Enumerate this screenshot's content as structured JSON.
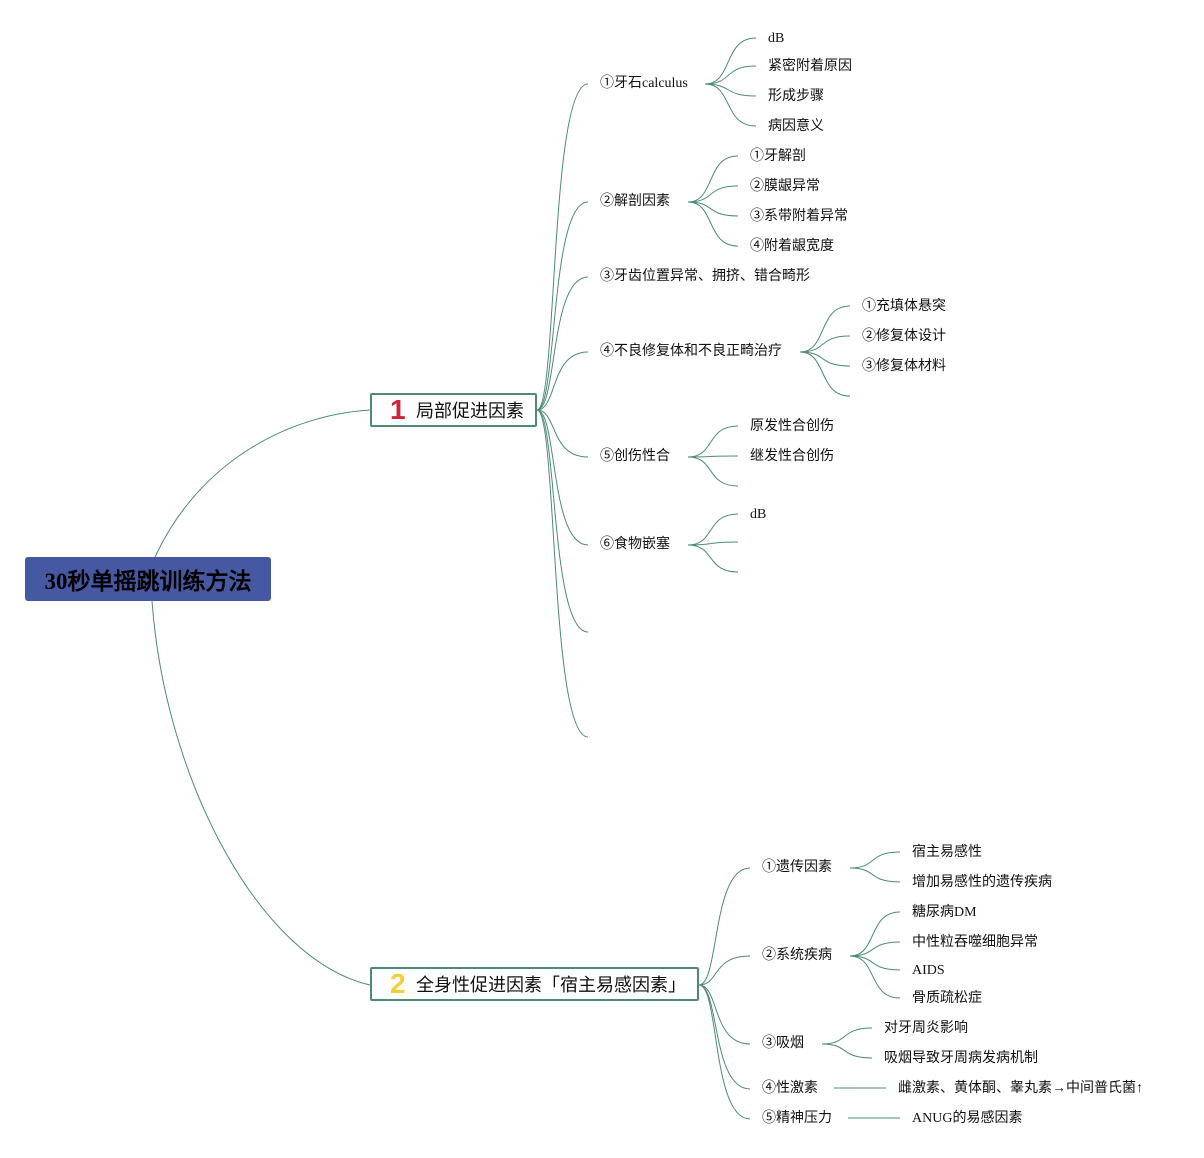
{
  "colors": {
    "root_bg": "#4658a2",
    "link": "#4e8a76",
    "badge_1": "#d22237",
    "badge_2": "#f3cf3a"
  },
  "root": {
    "label": "30秒单摇跳训练方法"
  },
  "branches": [
    {
      "badge": "1",
      "label": "局部促进因素",
      "children": [
        {
          "label": "①牙石calculus",
          "children": [
            "dB",
            "紧密附着原因",
            "形成步骤",
            "病因意义"
          ]
        },
        {
          "label": "②解剖因素",
          "children": [
            "①牙解剖",
            "②膜龈异常",
            "③系带附着异常",
            "④附着龈宽度"
          ]
        },
        {
          "label": "③牙齿位置异常、拥挤、错合畸形",
          "children": []
        },
        {
          "label": "④不良修复体和不良正畸治疗",
          "children": [
            "①充填体悬突",
            "②修复体设计",
            "③修复体材料"
          ]
        },
        {
          "label": "⑤创伤性合",
          "children": [
            "原发性合创伤",
            "继发性合创伤"
          ]
        },
        {
          "label": "⑥食物嵌塞",
          "children": [
            "dB"
          ]
        }
      ]
    },
    {
      "badge": "2",
      "label": "全身性促进因素「宿主易感因素」",
      "children": [
        {
          "label": "①遗传因素",
          "children": [
            "宿主易感性",
            "增加易感性的遗传疾病"
          ]
        },
        {
          "label": "②系统疾病",
          "children": [
            "糖尿病DM",
            "中性粒吞噬细胞异常",
            "AIDS",
            "骨质疏松症"
          ]
        },
        {
          "label": "③吸烟",
          "children": [
            "对牙周炎影响",
            "吸烟导致牙周病发病机制"
          ]
        },
        {
          "label": "④性激素",
          "children": [
            "雌激素、黄体酮、睾丸素→中间普氏菌↑"
          ]
        },
        {
          "label": "⑤精神压力",
          "children": [
            "ANUG的易感因素"
          ]
        }
      ]
    }
  ]
}
